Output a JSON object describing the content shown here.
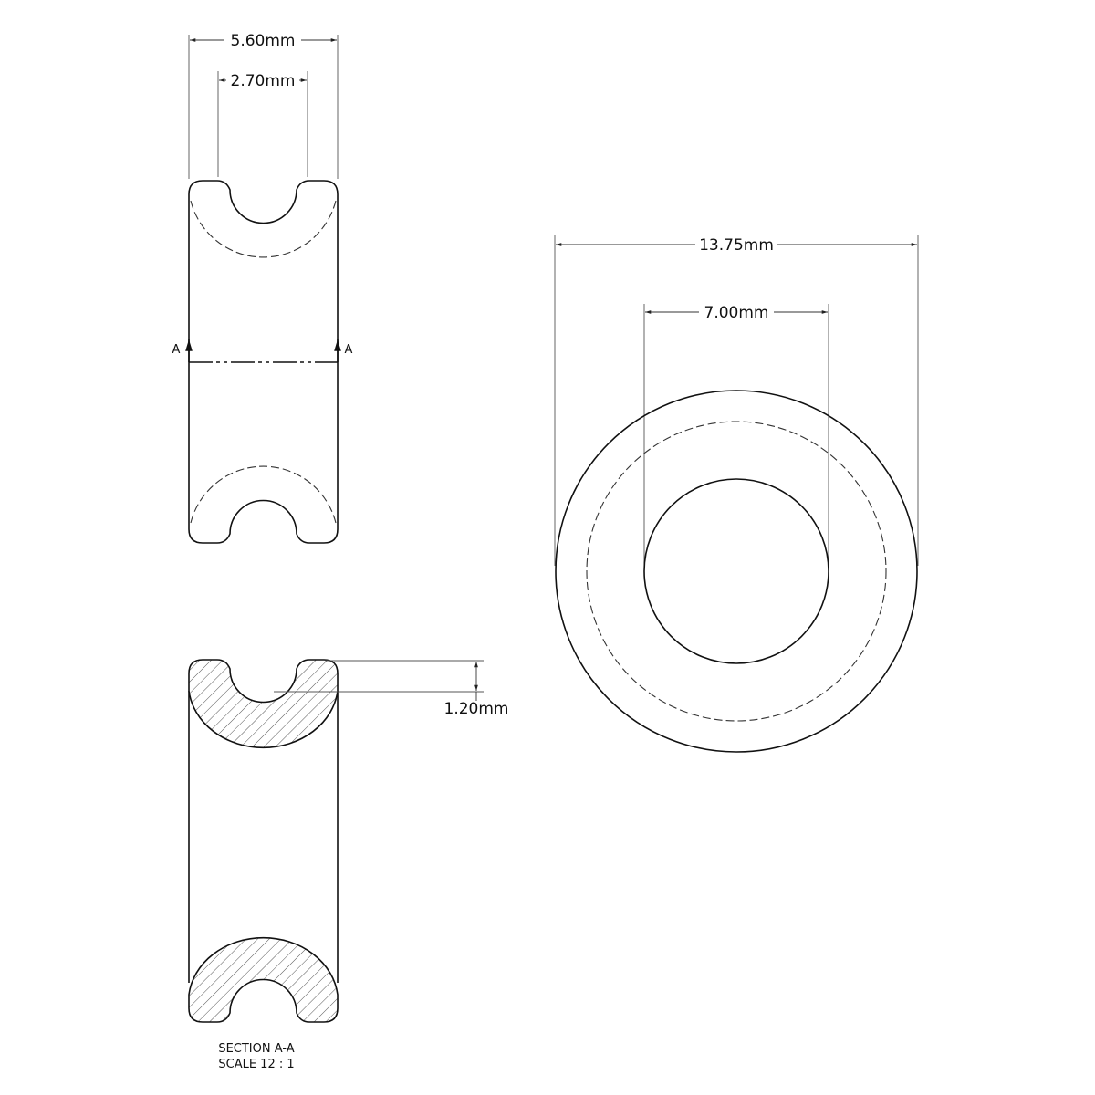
{
  "drawing": {
    "background": "#ffffff",
    "line_color": "#111111",
    "views": {
      "side_view": {
        "width_dim": "5.60mm",
        "groove_dim": "2.70mm",
        "cut_label_left": "A",
        "cut_label_right": "A"
      },
      "front_view": {
        "outer_diameter_dim": "13.75mm",
        "inner_diameter_dim": "7.00mm"
      },
      "section_view": {
        "groove_depth_dim": "1.20mm",
        "title": "SECTION A-A",
        "scale": "SCALE 12 : 1"
      }
    }
  }
}
